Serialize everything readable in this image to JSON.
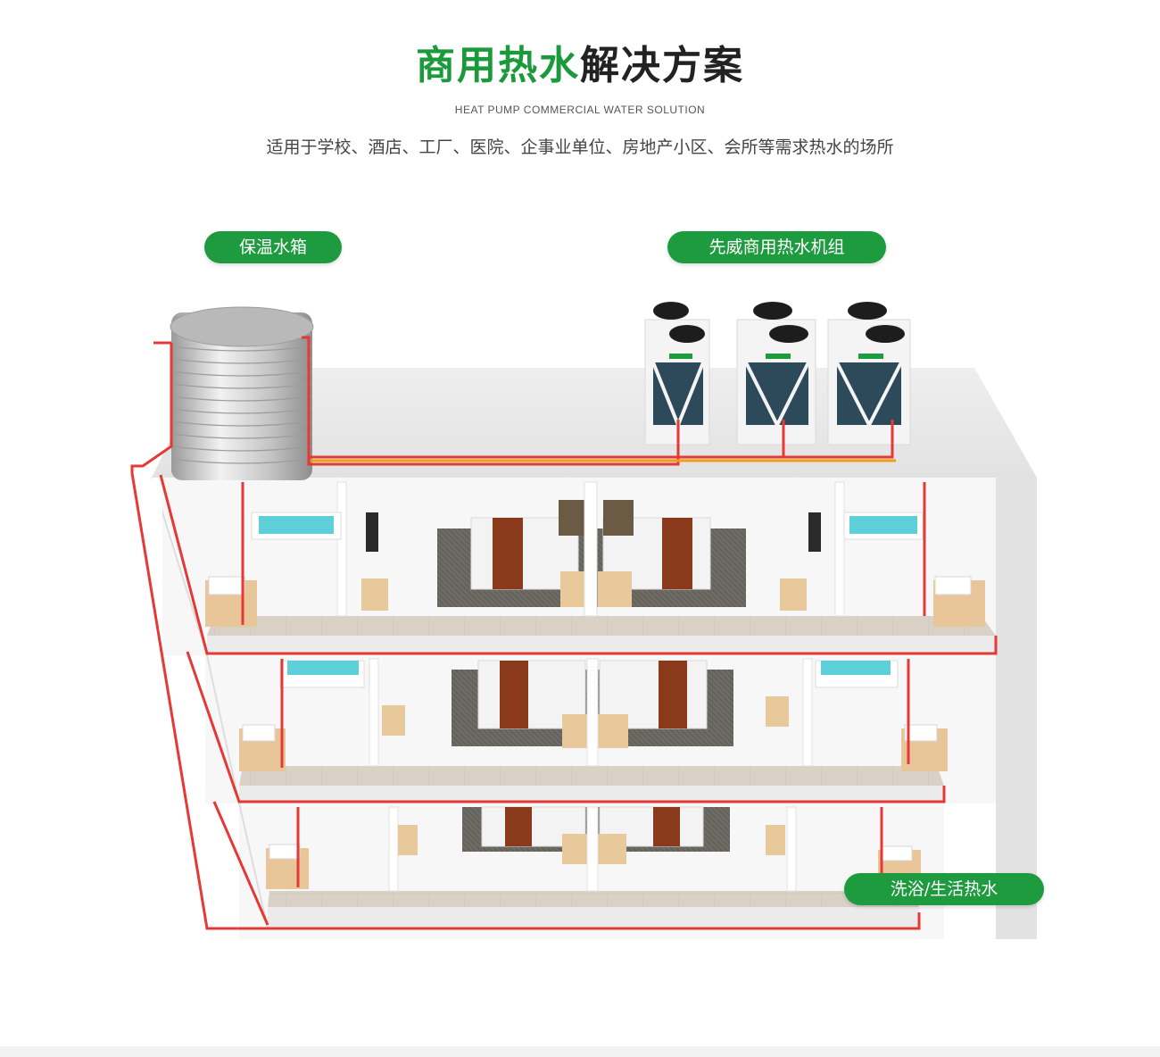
{
  "header": {
    "title_highlight": "商用热水",
    "title_rest": "解决方案",
    "subtitle_en": "HEAT PUMP COMMERCIAL WATER SOLUTION",
    "description": "适用于学校、酒店、工厂、医院、企事业单位、房地产小区、会所等需求热水的场所"
  },
  "labels": {
    "tank": "保温水箱",
    "unit": "先威商用热水机组",
    "bath": "洗浴/生活热水"
  },
  "colors": {
    "brand_green": "#1e9a3f",
    "pipe_red": "#e53935",
    "pipe_orange": "#f39c12"
  }
}
